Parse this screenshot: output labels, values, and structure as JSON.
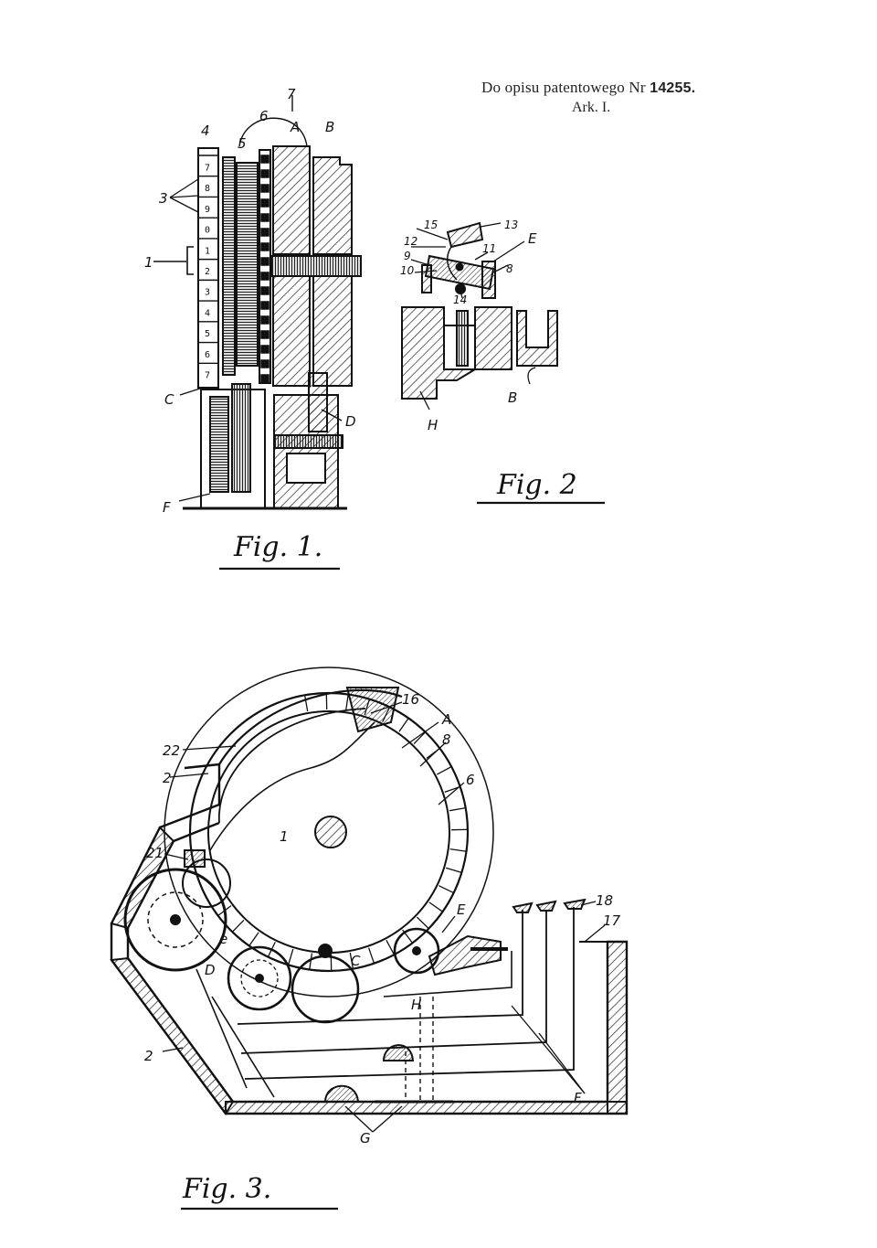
{
  "header": {
    "line1_prefix": "Do opisu patentowego Nr ",
    "line1_number": "14255.",
    "line2": "Ark. I."
  },
  "fig1": {
    "caption": "Fig. 1.",
    "labels": {
      "l1": "1",
      "l3": "3",
      "l4": "4",
      "l5": "5",
      "l6": "6",
      "l7": "7",
      "lA": "A",
      "lB": "B",
      "lC": "C",
      "lD": "D",
      "lF": "F"
    },
    "dial_digits": [
      "7",
      "8",
      "9",
      "0",
      "1",
      "2",
      "3",
      "4",
      "5",
      "6",
      "7"
    ]
  },
  "fig2": {
    "caption": "Fig. 2",
    "labels": {
      "l8": "8",
      "l9": "9",
      "l10": "10",
      "l11": "11",
      "l12": "12",
      "l13": "13",
      "l14": "14",
      "l15": "15",
      "lE": "E",
      "lB": "B",
      "lH": "H"
    }
  },
  "fig3": {
    "caption": "Fig. 3.",
    "labels": {
      "l1": "1",
      "l2a": "2",
      "l2b": "2",
      "l6": "6",
      "l8": "8",
      "l16": "16",
      "l17": "17",
      "l18": "18",
      "l21": "21",
      "l22": "22",
      "lA": "A",
      "lC": "C",
      "lD": "D",
      "lE": "E",
      "lF": "F",
      "lG": "G",
      "lH": "H",
      "le": "e"
    }
  }
}
